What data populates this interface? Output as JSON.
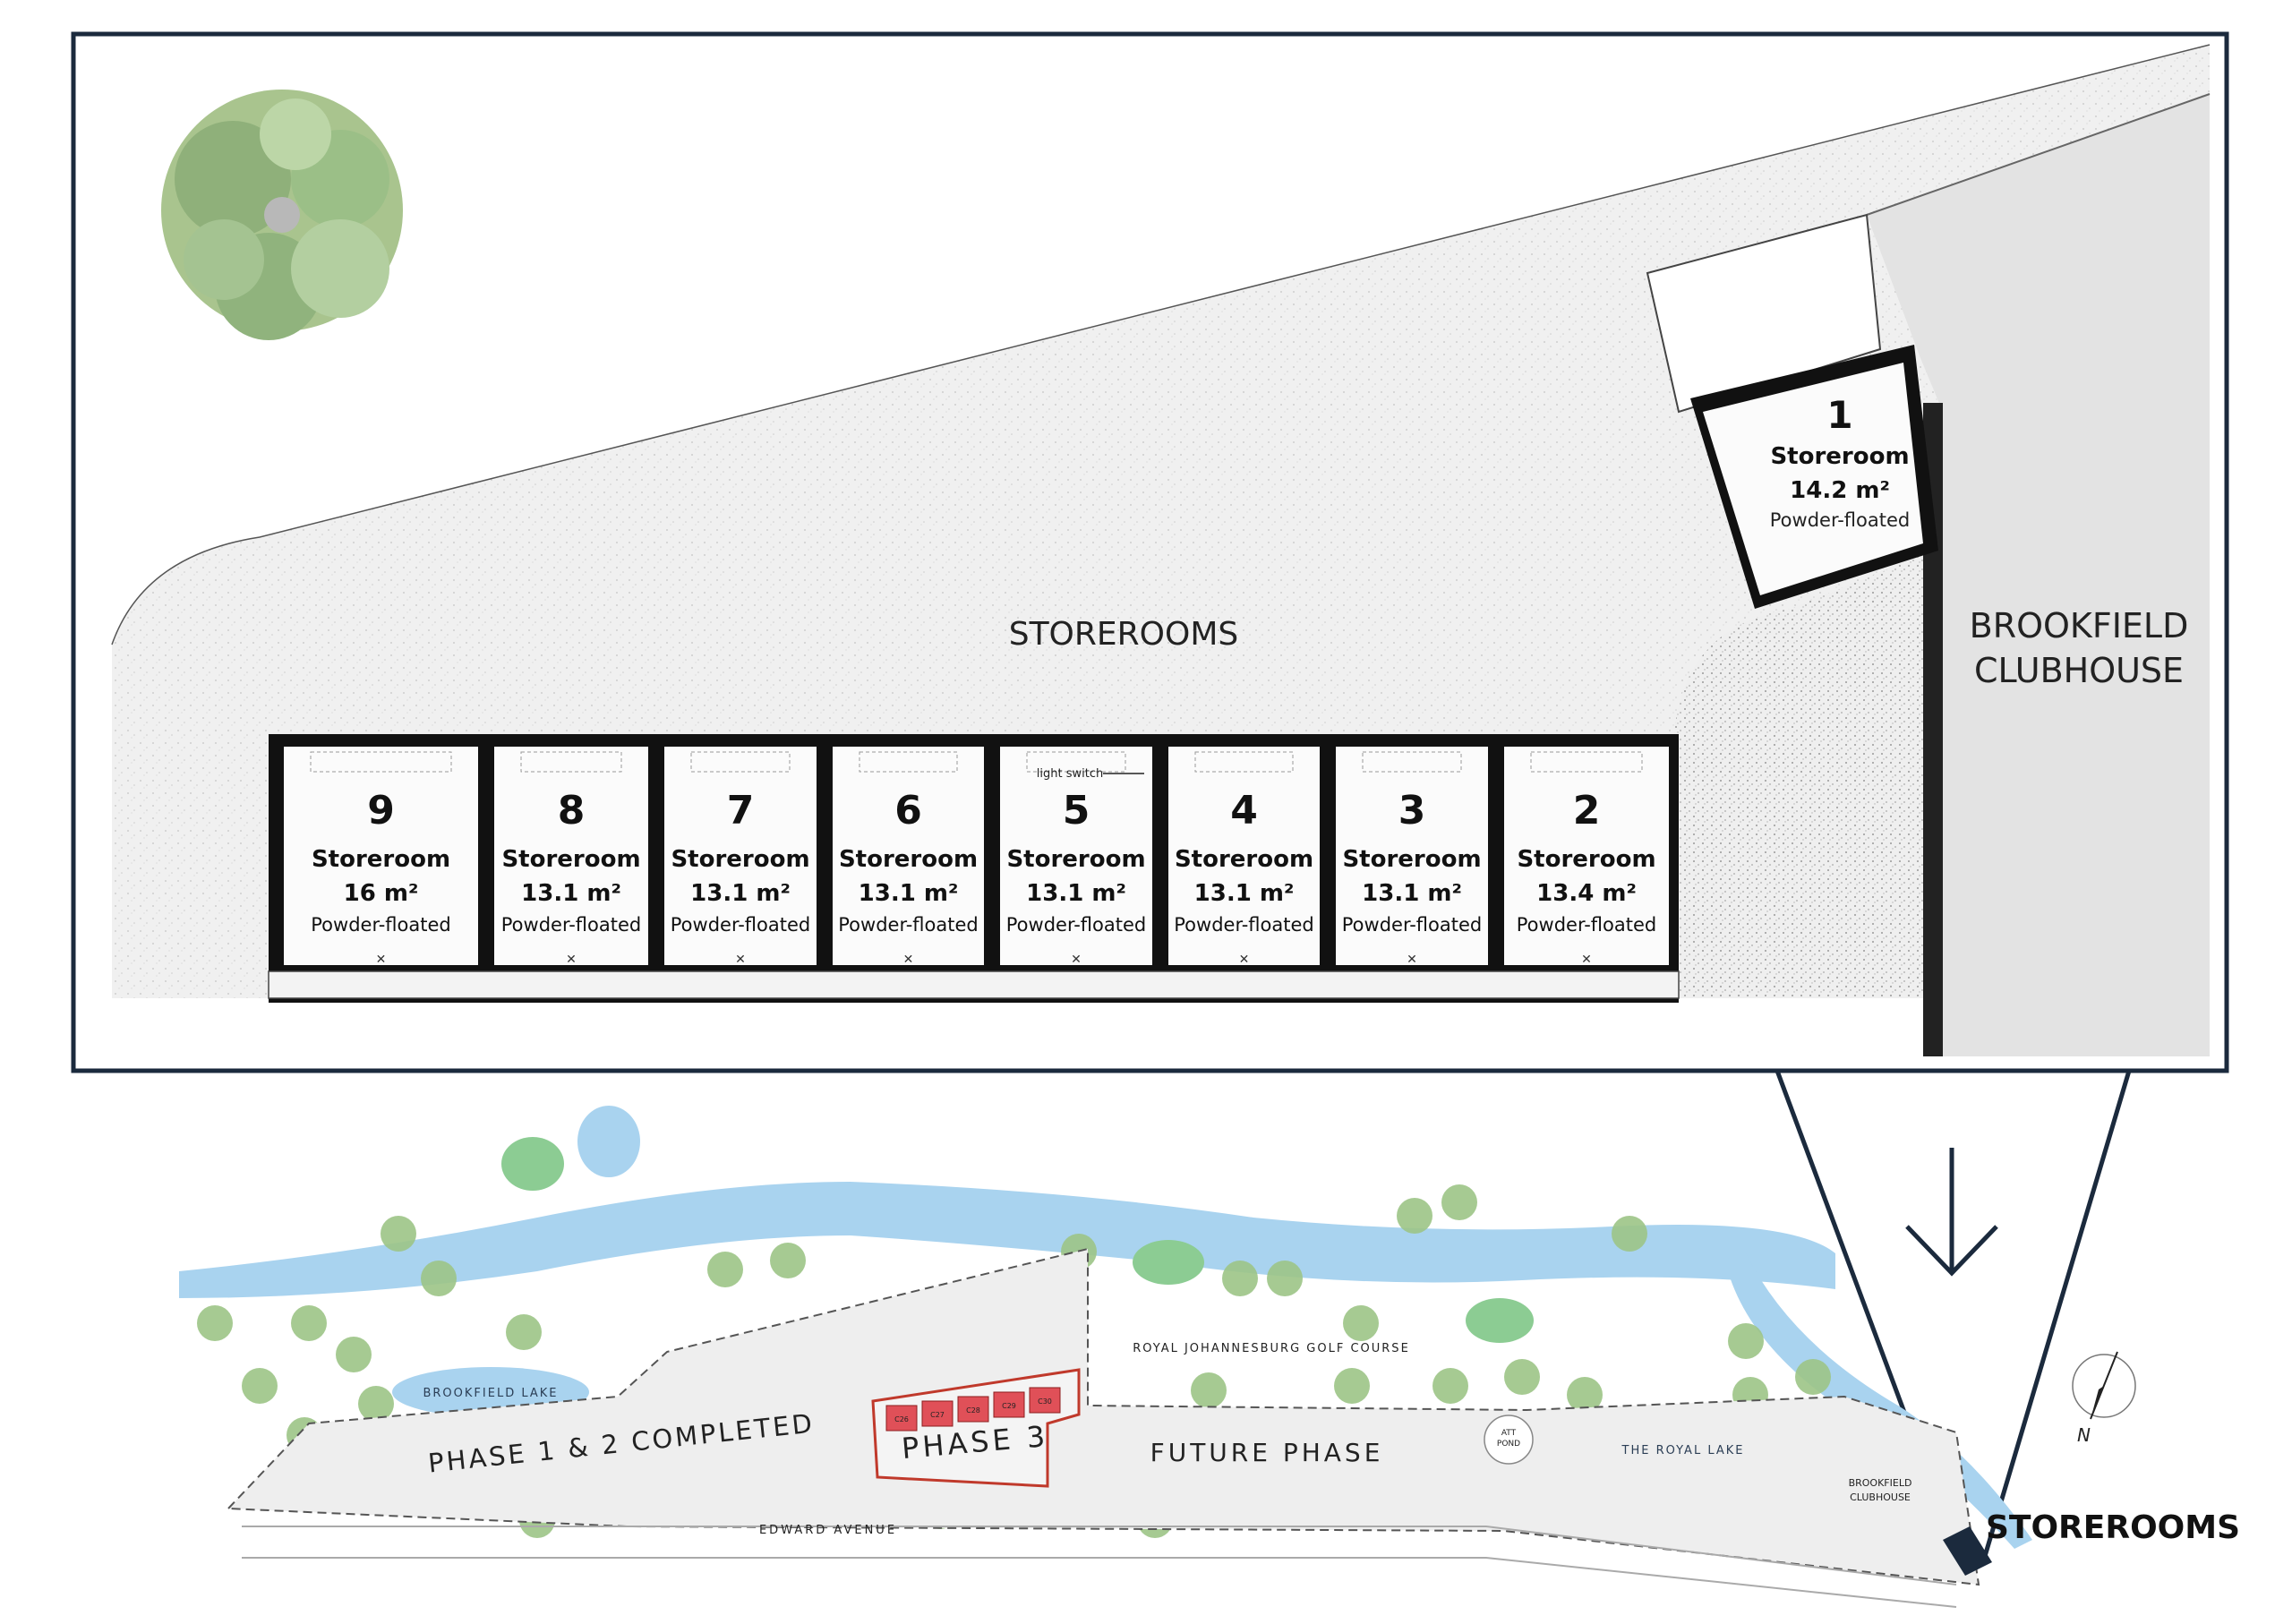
{
  "detail_plan": {
    "area_label": "STOREROOMS",
    "clubhouse_label_line1": "BROOKFIELD",
    "clubhouse_label_line2": "CLUBHOUSE",
    "light_switch_note": "light switch",
    "storerooms": [
      {
        "number": "9",
        "name": "Storeroom",
        "area": "16 m²",
        "finish": "Powder-floated"
      },
      {
        "number": "8",
        "name": "Storeroom",
        "area": "13.1 m²",
        "finish": "Powder-floated"
      },
      {
        "number": "7",
        "name": "Storeroom",
        "area": "13.1 m²",
        "finish": "Powder-floated"
      },
      {
        "number": "6",
        "name": "Storeroom",
        "area": "13.1 m²",
        "finish": "Powder-floated"
      },
      {
        "number": "5",
        "name": "Storeroom",
        "area": "13.1 m²",
        "finish": "Powder-floated"
      },
      {
        "number": "4",
        "name": "Storeroom",
        "area": "13.1 m²",
        "finish": "Powder-floated"
      },
      {
        "number": "3",
        "name": "Storeroom",
        "area": "13.1 m²",
        "finish": "Powder-floated"
      },
      {
        "number": "2",
        "name": "Storeroom",
        "area": "13.4 m²",
        "finish": "Powder-floated"
      }
    ],
    "storeroom_1": {
      "number": "1",
      "name": "Storeroom",
      "area": "14.2 m²",
      "finish": "Powder-floated"
    }
  },
  "site_plan": {
    "phase_1_2": "PHASE 1 & 2 COMPLETED",
    "phase_3": "PHASE 3",
    "future_phase": "FUTURE PHASE",
    "brookfield_lake": "BROOKFIELD LAKE",
    "golf_course": "ROYAL JOHANNESBURG GOLF COURSE",
    "royal_lake": "THE ROYAL LAKE",
    "att_pond_line1": "ATT",
    "att_pond_line2": "POND",
    "clubhouse_line1": "BROOKFIELD",
    "clubhouse_line2": "CLUBHOUSE",
    "road": "EDWARD AVENUE",
    "storerooms_label": "STOREROOMS",
    "north_label": "N",
    "unit_codes": [
      "C26",
      "C27",
      "C28",
      "C29",
      "C30"
    ]
  },
  "colors": {
    "frame": "#1b2a3d",
    "paving": "#f1f1f1",
    "clubhouse_fill": "#e3e3e3",
    "water": "#a9d3ef",
    "tree": "#9cc486",
    "phase3_red": "#e05058"
  }
}
